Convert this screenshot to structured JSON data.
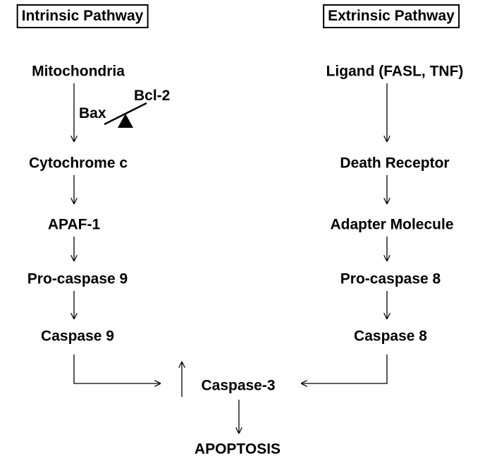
{
  "intrinsic": {
    "title": "Intrinsic Pathway",
    "steps": [
      "Mitochondria",
      "Cytochrome c",
      "APAF-1",
      "Pro-caspase 9",
      "Caspase 9"
    ],
    "regulators": {
      "left": "Bax",
      "right": "Bcl-2"
    }
  },
  "extrinsic": {
    "title": "Extrinsic Pathway",
    "steps": [
      "Ligand (FASL, TNF)",
      "Death Receptor",
      "Adapter Molecule",
      "Pro-caspase 8",
      "Caspase 8"
    ]
  },
  "convergence": {
    "label": "Caspase-3"
  },
  "outcome": {
    "label": "APOPTOSIS"
  }
}
